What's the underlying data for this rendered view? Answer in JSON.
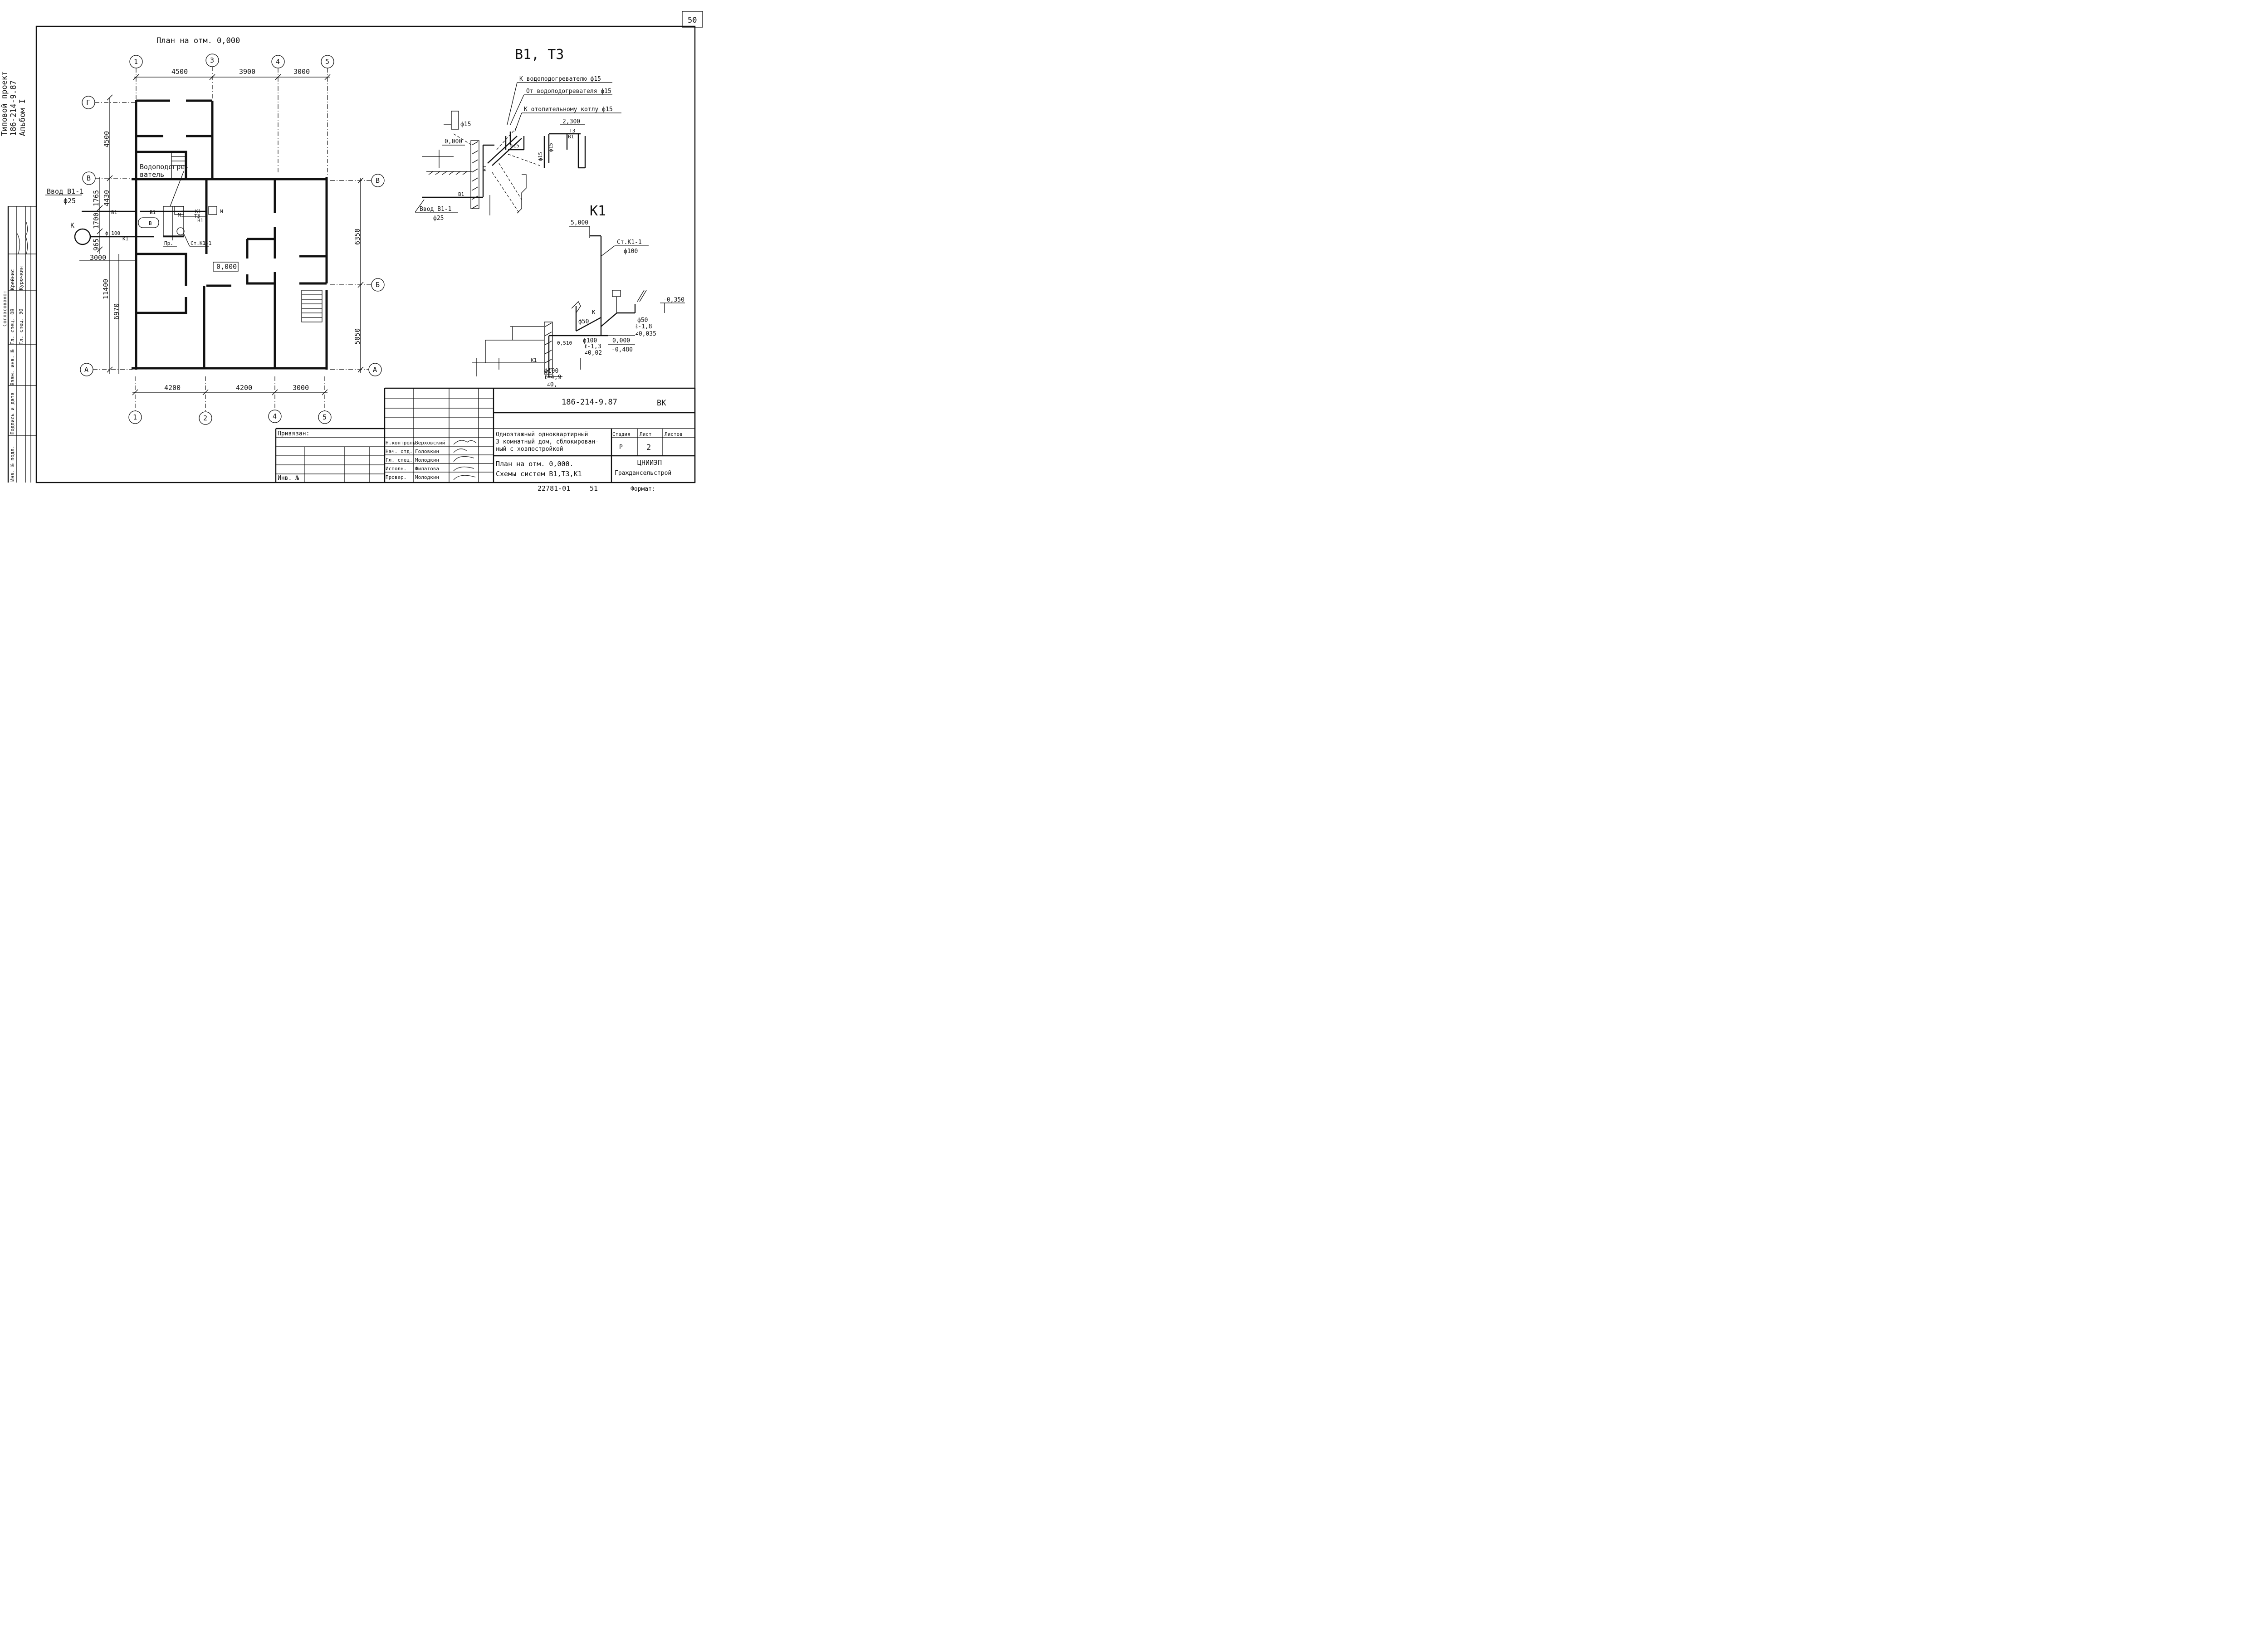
{
  "sheet_number": "50",
  "side_stamp": {
    "line1": "Типовой проект",
    "line2": "186-214-9.87",
    "line3": "Альбом I"
  },
  "side_table": {
    "header": "Согласовано:",
    "rows": [
      {
        "role": "Гл. спец. ОВ",
        "name": "Крейнис"
      },
      {
        "role": "Гл. спец. ЭО",
        "name": "Курочкин"
      }
    ],
    "labels": [
      "Взам. инв. №",
      "Подпись и дата",
      "Инв. № подл."
    ]
  },
  "plan": {
    "title": "План на отм. 0,000",
    "axes_top": [
      "1",
      "3",
      "4",
      "5"
    ],
    "axes_bottom": [
      "1",
      "2",
      "4",
      "5"
    ],
    "axes_left": [
      "Г",
      "В",
      "А"
    ],
    "axes_right": [
      "В",
      "Б",
      "А"
    ],
    "dims_top": [
      "4500",
      "3900",
      "3000"
    ],
    "dims_bottom": [
      "4200",
      "4200",
      "3000"
    ],
    "dims_left": [
      "4500",
      "1765",
      "4430",
      "1700",
      "965",
      "11400",
      "6970",
      "3000"
    ],
    "dims_right": [
      "6350",
      "5050"
    ],
    "level": "0,000",
    "heater_label_1": "Водоподогре-",
    "heater_label_2": "ватель",
    "inlet_label": "Ввод В1-1",
    "inlet_dia": "ф25",
    "k_label": "К",
    "pipe_b1": "В1",
    "pipe_k1": "К1",
    "pipe_t3": "Т3",
    "pipe_dia100": "ф 100",
    "riser": "Ст.К1-1",
    "m_label": "М",
    "pr_label": "Пр.",
    "v_label": "В"
  },
  "scheme_b1t3": {
    "title": "В1, Т3",
    "note1": "К водоподогревателю ф15",
    "note2": "От водоподогревателя ф15",
    "note3": "К отопительному котлу ф15",
    "level_2300": "2,300",
    "level_0000": "0,000",
    "dia15": "ф15",
    "inlet": "Ввод В1-1",
    "inlet_dia": "ф25",
    "b1": "В1",
    "t3": "Т3"
  },
  "scheme_k1": {
    "title": "К1",
    "level_5000": "5,000",
    "riser": "Ст.К1-1",
    "riser_dia": "ф100",
    "lvl_m0350": "-0,350",
    "lvl_0000": "0,000",
    "lvl_m0480": "-0,480",
    "dia50a": "ф50",
    "dia50b": "ф50",
    "len18": "ℓ-1,8",
    "slope035": "∠0,035",
    "dia100": "ф100",
    "len13": "ℓ-1,3",
    "slope02": "∠0,02",
    "lvl_0510": "0,510",
    "out_dia": "ф100",
    "len49": "ℓ=4,9",
    "slope0": "∠0,",
    "k": "К",
    "k1": "К1"
  },
  "title_block": {
    "code": "186-214-9.87",
    "mark": "ВК",
    "bound": "Привязан:",
    "inv": "Инв. №",
    "roles": [
      "Н.контроль",
      "Нач. отд.",
      "Гл. спец.",
      "Исполн.",
      "Провер."
    ],
    "names": [
      "Верховский",
      "Головкин",
      "Молодкин",
      "Филатова",
      "Молодкин"
    ],
    "description_1": "Одноэтажный одноквартирный",
    "description_2": "3 комнатный дом, сблокирован-",
    "description_3": "ный с хозпостройкой",
    "stage_header": "Стадия",
    "sheet_header": "Лист",
    "sheets_header": "Листов",
    "stage": "Р",
    "sheet": "2",
    "sheet_title_1": "План на отм. 0,000.",
    "sheet_title_2": "Схемы систем В1,Т3,К1",
    "org_1": "ЦНИИЭП",
    "org_2": "Граждансельстрой",
    "number": "22781-01",
    "sub_number": "51",
    "format": "Формат:"
  }
}
